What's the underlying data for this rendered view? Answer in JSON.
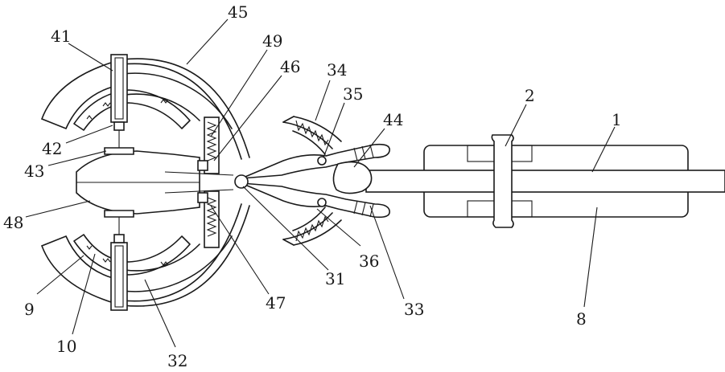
{
  "labels": {
    "l45": "45",
    "l41": "41",
    "l49": "49",
    "l46": "46",
    "l34": "34",
    "l35": "35",
    "l44": "44",
    "l2": "2",
    "l1": "1",
    "l42": "42",
    "l43": "43",
    "l48": "48",
    "l47": "47",
    "l31": "31",
    "l36": "36",
    "l33": "33",
    "l8": "8",
    "l9": "9",
    "l10": "10",
    "l32": "32"
  }
}
